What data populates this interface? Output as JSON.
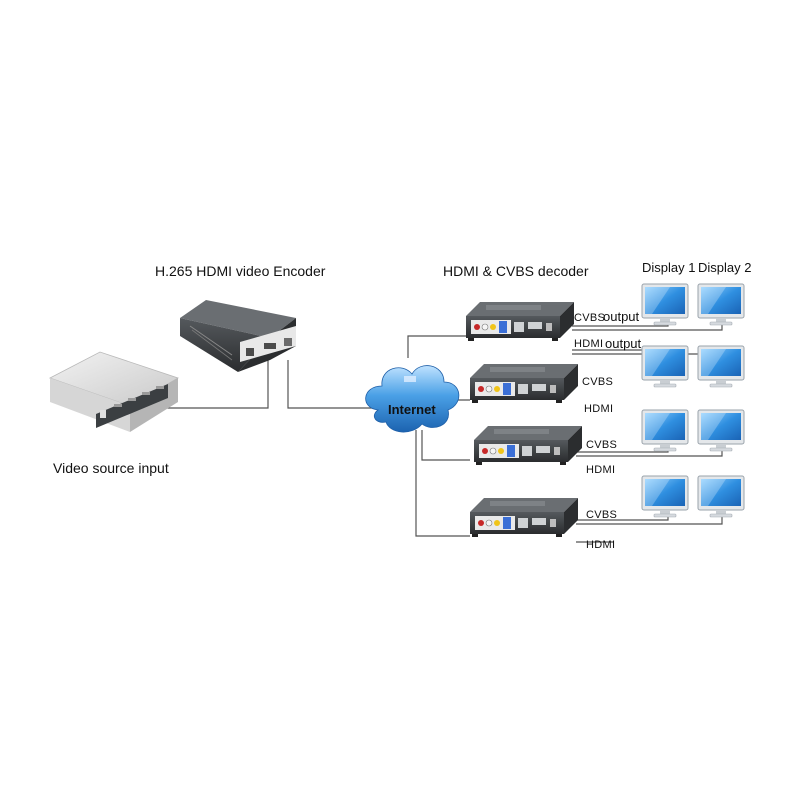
{
  "labels": {
    "encoder_title": "H.265 HDMI video Encoder",
    "decoder_title": "HDMI & CVBS decoder",
    "source_label": "Video source input",
    "cloud_label": "Internet",
    "display1": "Display 1",
    "display2": "Display 2",
    "output1": "output",
    "output2": "output",
    "cvbs": [
      "CVBS",
      "CVBS",
      "CVBS",
      "CVBS"
    ],
    "hdmi": [
      "HDMI",
      "HDMI",
      "HDMI",
      "HDMI"
    ]
  },
  "colors": {
    "line": "#555555",
    "device_dark": "#3a3d40",
    "cloud": "#3d8fd6",
    "monitor_screen": "#2f8fe0",
    "monitor_frame": "#d8dde2"
  }
}
